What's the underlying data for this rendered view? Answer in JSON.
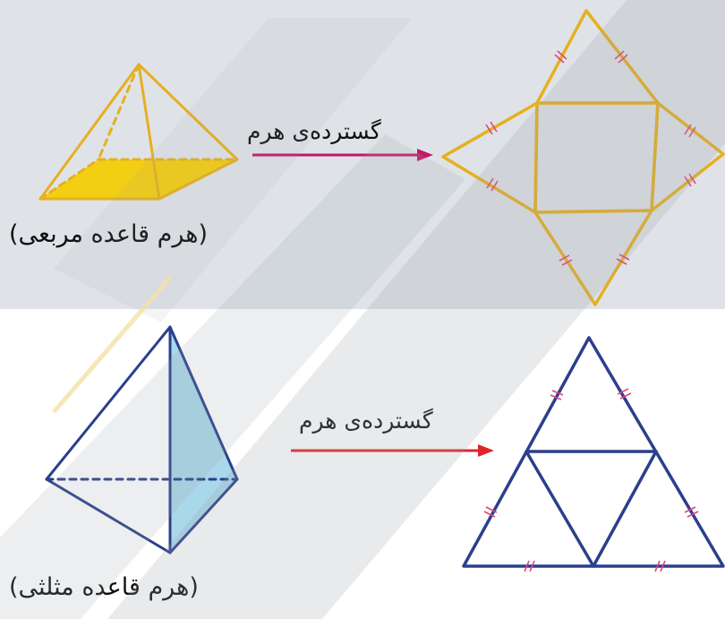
{
  "top_diagram": {
    "arrow_label": "گسترده‌ی هرم",
    "caption": "(هرم قاعده مربعی)",
    "line_color": "#e5b021",
    "fill_color": "#f2cf12",
    "arrow_color": "#c2186a"
  },
  "bottom_diagram": {
    "arrow_label": "گسترده‌ی هرم",
    "caption": "(هرم قاعده مثلثی)",
    "line_color": "#2b3f8c",
    "fill_color": "#a9d8ea",
    "arrow_color": "#e0252a"
  }
}
